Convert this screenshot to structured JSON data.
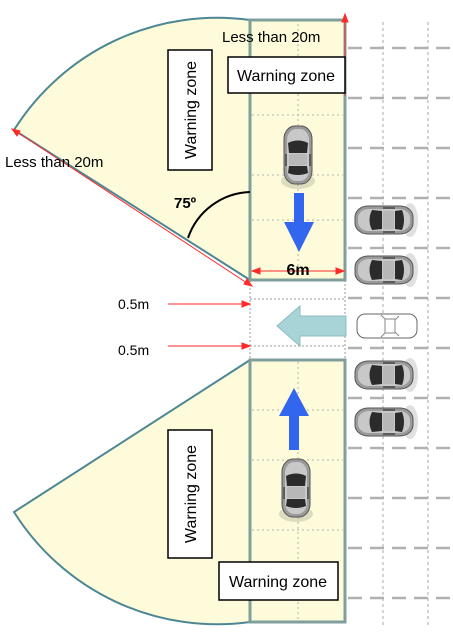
{
  "labels": {
    "warning_zone": "Warning zone",
    "distance_top": "Less than 20m",
    "distance_left": "Less than 20m",
    "angle": "75º",
    "lane_width": "6m",
    "gap_1": "0.5m",
    "gap_2": "0.5m"
  },
  "colors": {
    "zone_fill": "#fdfbd9",
    "zone_stroke": "#4d8796",
    "lane_stroke": "#7f9e9c",
    "red_measure": "#ff2a2a",
    "blue_arrow": "#3366ee",
    "exit_arrow": "#a8d4d8",
    "parking_dash": "#a8a8a8"
  },
  "icons": {
    "car_moving": "car-top-view-icon",
    "car_parked": "car-top-view-icon",
    "car_exiting": "car-outline-icon"
  }
}
